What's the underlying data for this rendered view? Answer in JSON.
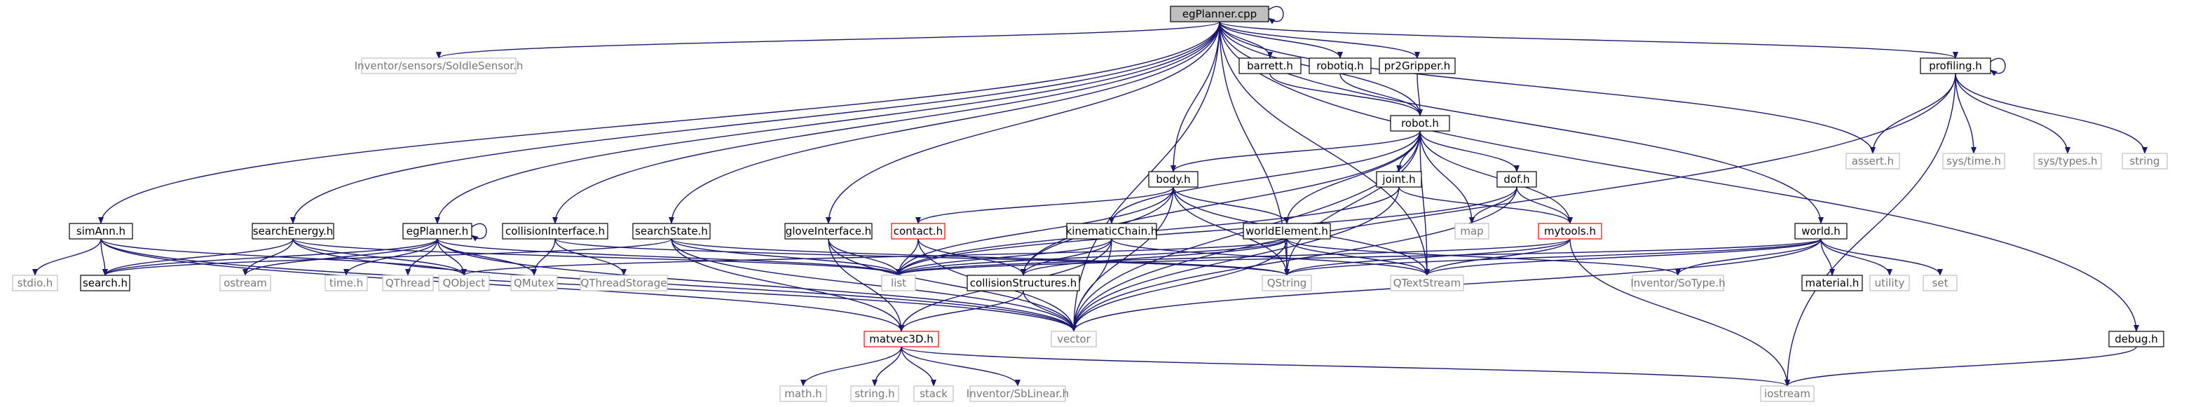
{
  "diagram": {
    "nodes": [
      {
        "id": "egPlanner_cpp",
        "label": "egPlanner.cpp",
        "kind": "root"
      },
      {
        "id": "SoIdleSensor",
        "label": "Inventor/sensors/SoIdleSensor.h",
        "kind": "external"
      },
      {
        "id": "barrett",
        "label": "barrett.h",
        "kind": "documented"
      },
      {
        "id": "robotiq",
        "label": "robotiq.h",
        "kind": "documented"
      },
      {
        "id": "pr2Gripper",
        "label": "pr2Gripper.h",
        "kind": "documented"
      },
      {
        "id": "profiling",
        "label": "profiling.h",
        "kind": "documented"
      },
      {
        "id": "assert",
        "label": "assert.h",
        "kind": "external"
      },
      {
        "id": "systime",
        "label": "sys/time.h",
        "kind": "external"
      },
      {
        "id": "systypes",
        "label": "sys/types.h",
        "kind": "external"
      },
      {
        "id": "string",
        "label": "string",
        "kind": "external"
      },
      {
        "id": "robot",
        "label": "robot.h",
        "kind": "documented"
      },
      {
        "id": "body",
        "label": "body.h",
        "kind": "documented"
      },
      {
        "id": "joint",
        "label": "joint.h",
        "kind": "documented"
      },
      {
        "id": "dof",
        "label": "dof.h",
        "kind": "documented"
      },
      {
        "id": "simAnn",
        "label": "simAnn.h",
        "kind": "documented"
      },
      {
        "id": "searchEnergy",
        "label": "searchEnergy.h",
        "kind": "documented"
      },
      {
        "id": "egPlanner_h",
        "label": "egPlanner.h",
        "kind": "documented"
      },
      {
        "id": "collisionInterface",
        "label": "collisionInterface.h",
        "kind": "documented"
      },
      {
        "id": "searchState",
        "label": "searchState.h",
        "kind": "documented"
      },
      {
        "id": "gloveInterface",
        "label": "gloveInterface.h",
        "kind": "documented"
      },
      {
        "id": "contact",
        "label": "contact.h",
        "kind": "undocumented"
      },
      {
        "id": "kinematicChain",
        "label": "kinematicChain.h",
        "kind": "documented"
      },
      {
        "id": "worldElement",
        "label": "worldElement.h",
        "kind": "documented"
      },
      {
        "id": "mytools",
        "label": "mytools.h",
        "kind": "undocumented"
      },
      {
        "id": "world",
        "label": "world.h",
        "kind": "documented"
      },
      {
        "id": "stdio",
        "label": "stdio.h",
        "kind": "external"
      },
      {
        "id": "search",
        "label": "search.h",
        "kind": "documented"
      },
      {
        "id": "ostream",
        "label": "ostream",
        "kind": "external"
      },
      {
        "id": "time",
        "label": "time.h",
        "kind": "external"
      },
      {
        "id": "QThread",
        "label": "QThread",
        "kind": "external"
      },
      {
        "id": "QObject",
        "label": "QObject",
        "kind": "external"
      },
      {
        "id": "QMutex",
        "label": "QMutex",
        "kind": "external"
      },
      {
        "id": "QThreadStorage",
        "label": "QThreadStorage",
        "kind": "external"
      },
      {
        "id": "list",
        "label": "list",
        "kind": "external"
      },
      {
        "id": "collisionStructures",
        "label": "collisionStructures.h",
        "kind": "documented"
      },
      {
        "id": "QString",
        "label": "QString",
        "kind": "external"
      },
      {
        "id": "QTextStream",
        "label": "QTextStream",
        "kind": "external"
      },
      {
        "id": "SoType",
        "label": "Inventor/SoType.h",
        "kind": "external"
      },
      {
        "id": "material",
        "label": "material.h",
        "kind": "documented"
      },
      {
        "id": "utility",
        "label": "utility",
        "kind": "external"
      },
      {
        "id": "set",
        "label": "set",
        "kind": "external"
      },
      {
        "id": "map",
        "label": "map",
        "kind": "external"
      },
      {
        "id": "matvec3D",
        "label": "matvec3D.h",
        "kind": "undocumented"
      },
      {
        "id": "vector",
        "label": "vector",
        "kind": "external"
      },
      {
        "id": "debug",
        "label": "debug.h",
        "kind": "documented"
      },
      {
        "id": "math",
        "label": "math.h",
        "kind": "external"
      },
      {
        "id": "stringh",
        "label": "string.h",
        "kind": "external"
      },
      {
        "id": "stack",
        "label": "stack",
        "kind": "external"
      },
      {
        "id": "SbLinear",
        "label": "Inventor/SbLinear.h",
        "kind": "external"
      },
      {
        "id": "iostream",
        "label": "iostream",
        "kind": "external"
      }
    ],
    "edges": [
      [
        "egPlanner_cpp",
        "egPlanner_cpp"
      ],
      [
        "egPlanner_cpp",
        "SoIdleSensor"
      ],
      [
        "egPlanner_cpp",
        "barrett"
      ],
      [
        "egPlanner_cpp",
        "robotiq"
      ],
      [
        "egPlanner_cpp",
        "pr2Gripper"
      ],
      [
        "egPlanner_cpp",
        "robot"
      ],
      [
        "egPlanner_cpp",
        "profiling"
      ],
      [
        "egPlanner_cpp",
        "assert"
      ],
      [
        "egPlanner_cpp",
        "debug"
      ],
      [
        "egPlanner_cpp",
        "world"
      ],
      [
        "egPlanner_cpp",
        "QTextStream"
      ],
      [
        "egPlanner_cpp",
        "QString"
      ],
      [
        "egPlanner_cpp",
        "body"
      ],
      [
        "egPlanner_cpp",
        "gloveInterface"
      ],
      [
        "egPlanner_cpp",
        "searchState"
      ],
      [
        "egPlanner_cpp",
        "collisionInterface"
      ],
      [
        "egPlanner_cpp",
        "egPlanner_h"
      ],
      [
        "egPlanner_cpp",
        "searchEnergy"
      ],
      [
        "egPlanner_cpp",
        "simAnn"
      ],
      [
        "egPlanner_cpp",
        "vector"
      ],
      [
        "barrett",
        "robot"
      ],
      [
        "robotiq",
        "robot"
      ],
      [
        "pr2Gripper",
        "robot"
      ],
      [
        "profiling",
        "profiling"
      ],
      [
        "profiling",
        "assert"
      ],
      [
        "profiling",
        "systime"
      ],
      [
        "profiling",
        "systypes"
      ],
      [
        "profiling",
        "string"
      ],
      [
        "profiling",
        "vector"
      ],
      [
        "profiling",
        "iostream"
      ],
      [
        "robot",
        "body"
      ],
      [
        "robot",
        "joint"
      ],
      [
        "robot",
        "dof"
      ],
      [
        "robot",
        "map"
      ],
      [
        "robot",
        "mytools"
      ],
      [
        "robot",
        "kinematicChain"
      ],
      [
        "robot",
        "worldElement"
      ],
      [
        "robot",
        "collisionStructures"
      ],
      [
        "robot",
        "QTextStream"
      ],
      [
        "robot",
        "QString"
      ],
      [
        "robot",
        "vector"
      ],
      [
        "body",
        "contact"
      ],
      [
        "body",
        "worldElement"
      ],
      [
        "body",
        "list"
      ],
      [
        "body",
        "QString"
      ],
      [
        "body",
        "QTextStream"
      ],
      [
        "body",
        "collisionStructures"
      ],
      [
        "body",
        "vector"
      ],
      [
        "joint",
        "list"
      ],
      [
        "joint",
        "mytools"
      ],
      [
        "joint",
        "vector"
      ],
      [
        "dof",
        "map"
      ],
      [
        "dof",
        "mytools"
      ],
      [
        "dof",
        "list"
      ],
      [
        "dof",
        "vector"
      ],
      [
        "mytools",
        "QTextStream"
      ],
      [
        "mytools",
        "QString"
      ],
      [
        "mytools",
        "list"
      ],
      [
        "mytools",
        "iostream"
      ],
      [
        "simAnn",
        "stdio"
      ],
      [
        "simAnn",
        "search"
      ],
      [
        "simAnn",
        "QObject"
      ],
      [
        "simAnn",
        "matvec3D"
      ],
      [
        "simAnn",
        "vector"
      ],
      [
        "searchEnergy",
        "search"
      ],
      [
        "searchEnergy",
        "ostream"
      ],
      [
        "searchEnergy",
        "QObject"
      ],
      [
        "searchEnergy",
        "list"
      ],
      [
        "searchEnergy",
        "vector"
      ],
      [
        "egPlanner_h",
        "egPlanner_h"
      ],
      [
        "egPlanner_h",
        "time"
      ],
      [
        "egPlanner_h",
        "QThread"
      ],
      [
        "egPlanner_h",
        "QObject"
      ],
      [
        "egPlanner_h",
        "QMutex"
      ],
      [
        "egPlanner_h",
        "list"
      ],
      [
        "egPlanner_h",
        "ostream"
      ],
      [
        "egPlanner_h",
        "search"
      ],
      [
        "egPlanner_h",
        "vector"
      ],
      [
        "collisionInterface",
        "QMutex"
      ],
      [
        "collisionInterface",
        "QThreadStorage"
      ],
      [
        "collisionInterface",
        "QString"
      ],
      [
        "searchState",
        "search"
      ],
      [
        "searchState",
        "list"
      ],
      [
        "searchState",
        "QString"
      ],
      [
        "searchState",
        "matvec3D"
      ],
      [
        "searchState",
        "vector"
      ],
      [
        "gloveInterface",
        "list"
      ],
      [
        "gloveInterface",
        "matvec3D"
      ],
      [
        "gloveInterface",
        "vector"
      ],
      [
        "contact",
        "list"
      ],
      [
        "contact",
        "collisionStructures"
      ],
      [
        "contact",
        "vector"
      ],
      [
        "kinematicChain",
        "collisionStructures"
      ],
      [
        "kinematicChain",
        "list"
      ],
      [
        "kinematicChain",
        "matvec3D"
      ],
      [
        "kinematicChain",
        "vector"
      ],
      [
        "kinematicChain",
        "QTextStream"
      ],
      [
        "worldElement",
        "QObject"
      ],
      [
        "worldElement",
        "QString"
      ],
      [
        "worldElement",
        "list"
      ],
      [
        "worldElement",
        "QTextStream"
      ],
      [
        "worldElement",
        "SoType"
      ],
      [
        "worldElement",
        "collisionStructures"
      ],
      [
        "worldElement",
        "vector"
      ],
      [
        "world",
        "list"
      ],
      [
        "world",
        "QString"
      ],
      [
        "world",
        "QTextStream"
      ],
      [
        "world",
        "SoType"
      ],
      [
        "world",
        "material"
      ],
      [
        "world",
        "utility"
      ],
      [
        "world",
        "set"
      ],
      [
        "world",
        "vector"
      ],
      [
        "collisionStructures",
        "vector"
      ],
      [
        "collisionStructures",
        "matvec3D"
      ],
      [
        "matvec3D",
        "math"
      ],
      [
        "matvec3D",
        "stringh"
      ],
      [
        "matvec3D",
        "stack"
      ],
      [
        "matvec3D",
        "SbLinear"
      ],
      [
        "matvec3D",
        "iostream"
      ],
      [
        "debug",
        "iostream"
      ]
    ]
  },
  "colors": {
    "edge": "#191970",
    "border_documented": "#000000",
    "border_external": "#bfbfbf",
    "border_undocumented": "#ff0000",
    "root_fill": "#bfbfbf",
    "text": "#000000",
    "text_external": "#777777"
  }
}
